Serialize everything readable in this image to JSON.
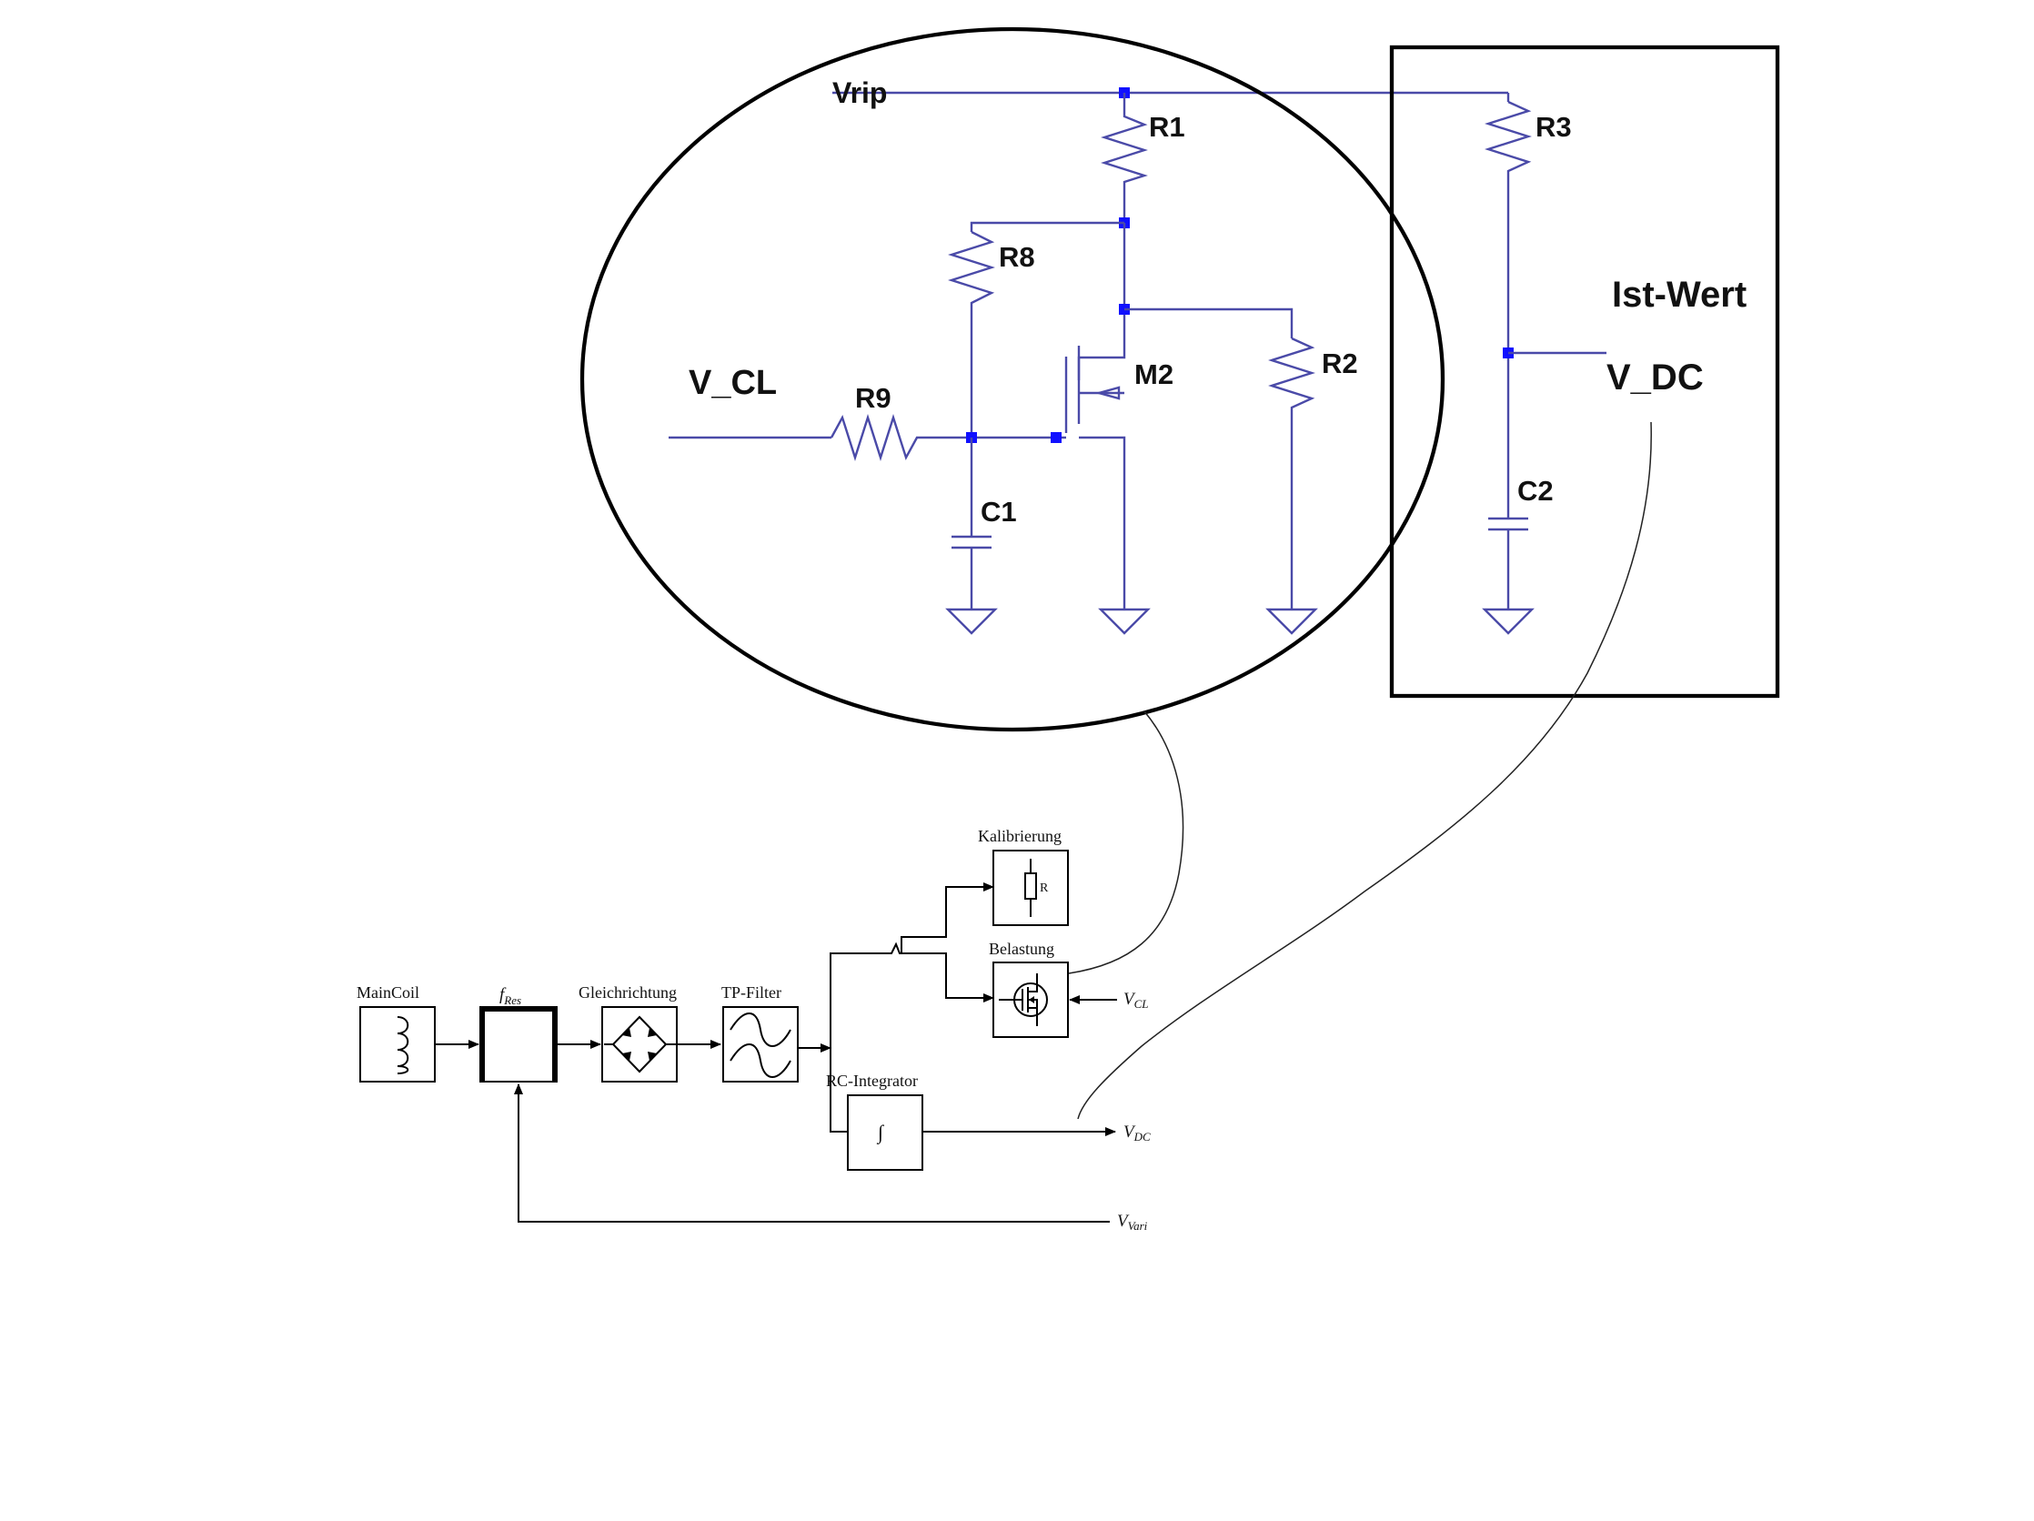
{
  "schematic": {
    "net_labels": {
      "vrip": "Vrip",
      "v_cl": "V_CL",
      "v_dc": "V_DC",
      "ist_wert": "Ist-Wert"
    },
    "components": {
      "r1": "R1",
      "r2": "R2",
      "r3": "R3",
      "r8": "R8",
      "r9": "R9",
      "c1": "C1",
      "c2": "C2",
      "m2": "M2"
    },
    "colors": {
      "wire": "#4a4aa8",
      "node": "#1010ff",
      "frame": "#000000"
    }
  },
  "block_diagram": {
    "blocks": {
      "main_coil": "MainCoil",
      "f_res": "f",
      "f_res_sub": "Res",
      "gleichrichtung": "Gleichrichtung",
      "tp_filter": "TP-Filter",
      "kalibrierung": "Kalibrierung",
      "belastung": "Belastung",
      "rc_integrator": "RC-Integrator"
    },
    "inner_text": {
      "resistor_r": "R",
      "integral": "∫"
    },
    "signals": {
      "v_cl": "V",
      "v_cl_sub": "CL",
      "v_dc": "V",
      "v_dc_sub": "DC",
      "v_vari": "V",
      "v_vari_sub": "Vari"
    }
  }
}
